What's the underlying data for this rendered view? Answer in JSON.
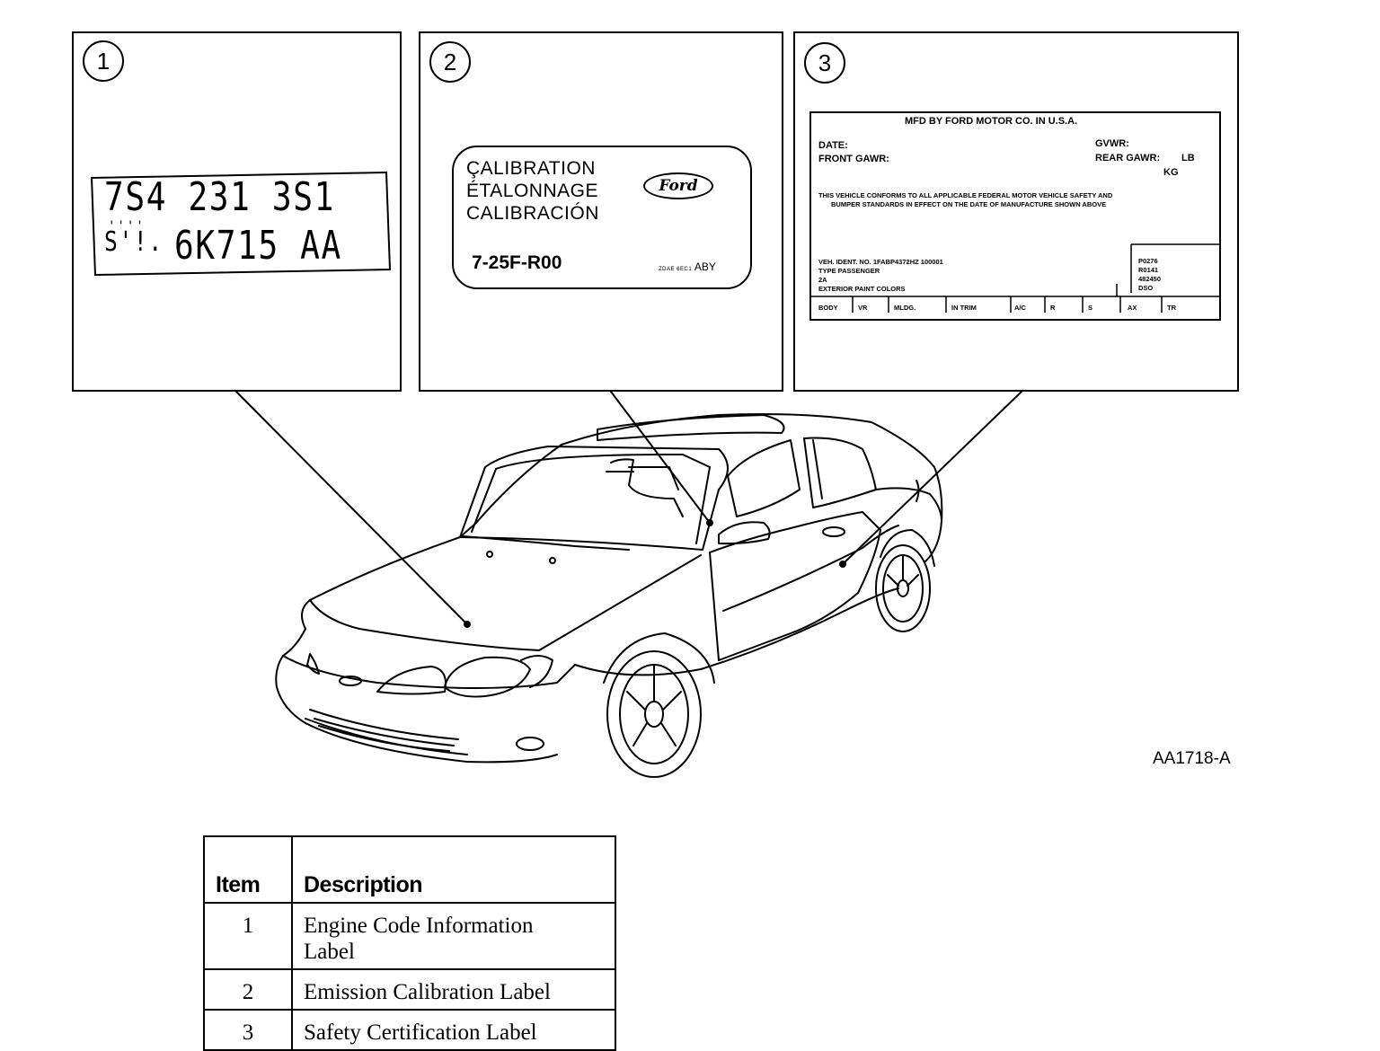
{
  "panels": [
    {
      "number": "1"
    },
    {
      "number": "2"
    },
    {
      "number": "3"
    }
  ],
  "engine_label": {
    "line1": "7S4 231 3S1",
    "line2_prefix": "S'!.",
    "line2": "6K715 AA",
    "small_marks": "''''"
  },
  "emission_label": {
    "line1": "ÇALIBRATION",
    "line2": "ÉTALONNAGE",
    "line3": "CALIBRACIÓN",
    "code": "7-25F-R00",
    "small_prefix": "ZDAE 6EC1",
    "small_suffix": "ABY",
    "logo_text": "Ford"
  },
  "safety_label": {
    "header": "MFD BY FORD MOTOR CO. IN U.S.A.",
    "date": "DATE:",
    "gvwr": "GVWR:",
    "front_gawr": "FRONT GAWR:",
    "rear_gawr": "REAR GAWR:",
    "lb": "LB",
    "kg": "KG",
    "conforms_line1": "THIS VEHICLE CONFORMS TO ALL APPLICABLE FEDERAL MOTOR VEHICLE SAFETY AND",
    "conforms_line2": "BUMPER STANDARDS IN EFFECT ON THE DATE OF MANUFACTURE SHOWN ABOVE",
    "veh_ident": "VEH. IDENT. NO. 1FABP4372HZ 100001",
    "type": "TYPE PASSENGER",
    "code_2a": "2A",
    "paint": "EXTERIOR PAINT COLORS",
    "right_codes": [
      "P0276",
      "R0141",
      "482450",
      "DSO"
    ],
    "bottom_cells": [
      "BODY",
      "VR",
      "MLDG.",
      "IN TRIM",
      "A/C",
      "R",
      "S",
      "AX",
      "TR"
    ]
  },
  "figure_ref": "AA1718-A",
  "legend": {
    "header_item": "Item",
    "header_description": "Description",
    "rows": [
      {
        "item": "1",
        "description_line1": "Engine Code Information",
        "description_line2": "Label"
      },
      {
        "item": "2",
        "description_line1": "Emission Calibration Label",
        "description_line2": ""
      },
      {
        "item": "3",
        "description_line1": "Safety Certification Label",
        "description_line2": ""
      }
    ]
  }
}
